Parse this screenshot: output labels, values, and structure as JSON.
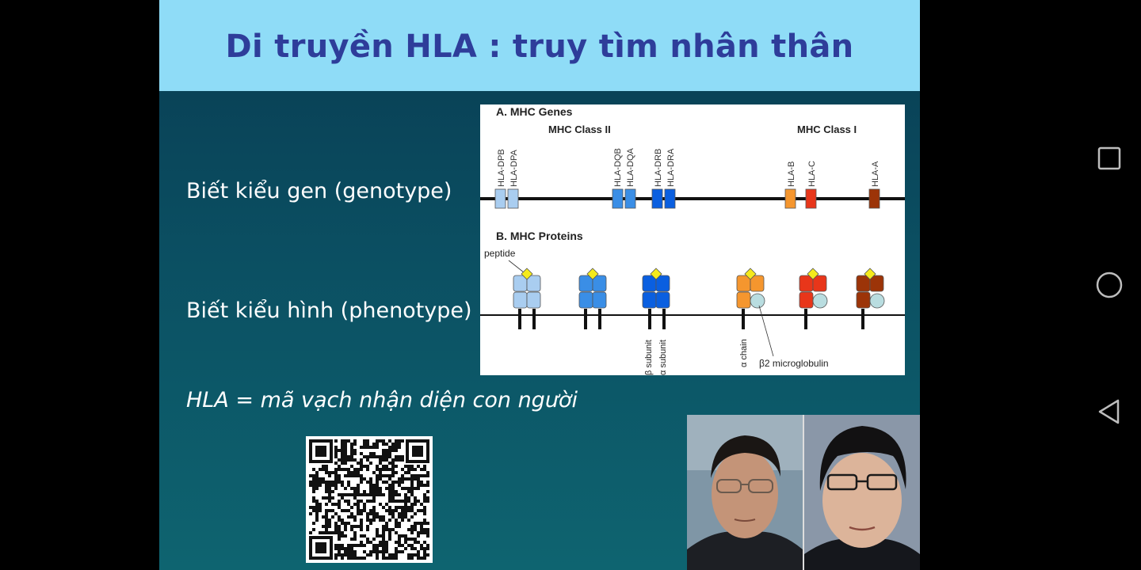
{
  "slide": {
    "title": "Di truyền HLA : truy tìm nhân thân",
    "genotype_label": "Biết kiểu gen (genotype)",
    "phenotype_label": "Biết kiểu hình (phenotype)",
    "hla_definition": "HLA = mã vạch nhận diện con người"
  },
  "figure": {
    "section_a": "A. MHC Genes",
    "class_ii": "MHC Class II",
    "class_i": "MHC Class I",
    "genes": [
      "HLA-DPB",
      "HLA-DPA",
      "HLA-DQB",
      "HLA-DQA",
      "HLA-DRB",
      "HLA-DRA",
      "HLA-B",
      "HLA-C",
      "HLA-A"
    ],
    "section_b": "B. MHC Proteins",
    "peptide": "peptide",
    "beta_subunit": "β subunit",
    "alpha_subunit": "α subunit",
    "alpha_chain": "α chain",
    "b2m": "β2 microglobulin",
    "colors": {
      "dp": "#a9cdf0",
      "dq": "#3a8ee6",
      "dr": "#0a5fe0",
      "b": "#f5962e",
      "c": "#e8361a",
      "a": "#9c3408",
      "peptide": "#f5ea1c",
      "b2m": "#b9dde0"
    }
  },
  "nav": {
    "recents_icon": "square-icon",
    "home_icon": "circle-icon",
    "back_icon": "triangle-back-icon"
  }
}
